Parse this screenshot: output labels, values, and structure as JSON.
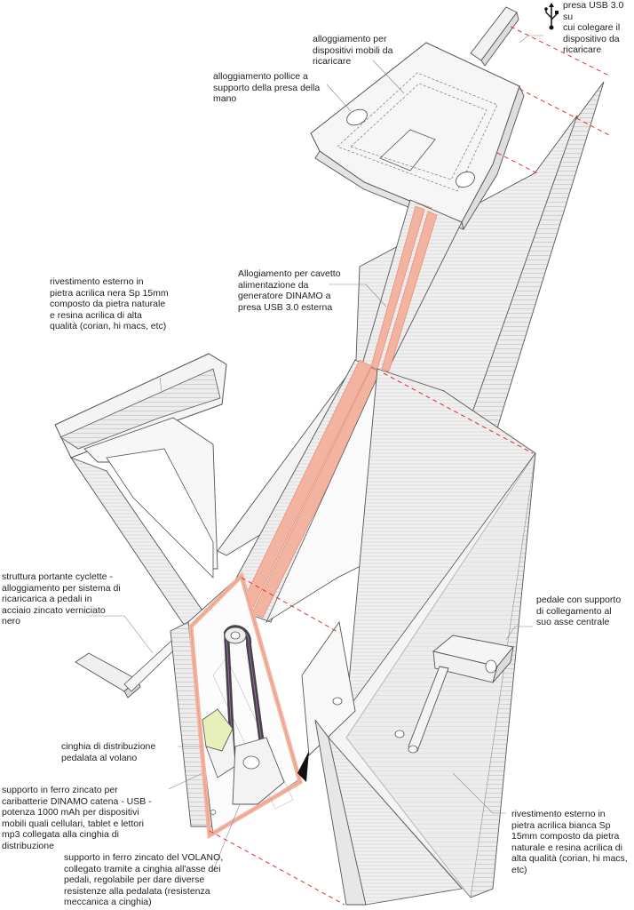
{
  "labels": {
    "usb_port": "presa USB 3.0 su\ncui colegare il\ndispositivo da\nricaricare",
    "device_housing": "alloggiamento per\ndispositivi mobili da\nricaricare",
    "thumb_housing": "alloggiamento pollice a\nsupporto della presa della\nmano",
    "cable_housing": "Allogiamento per cavetto\nalimentazione da\ngeneratore DINAMO a\npresa USB 3.0 esterna",
    "black_cladding": "rivestimento esterno in\npietra acrilica nera Sp 15mm\ncomposto da pietra naturale\ne resina acrilica di alta\nqualità (corian, hi macs, etc)",
    "frame": "struttura portante cyclette -\nalloggiamento per sistema di\nricaricarica a pedali in\nacciaio zincato verniciato\nnero",
    "pedal": "pedale con supporto\ndi collegamento al\nsuo asse centrale",
    "belt": "cinghia di distribuzione\npedalata al volano",
    "dynamo": "supporto in ferro zincato per\ncaribatterie DINAMO catena - USB -\npotenza 1000 mAh per dispositivi\nmobili quali cellulari, tablet e lettori\nmp3 collegata alla cinghia di\ndistribuzione",
    "white_cladding": "rivestimento esterno in\npietra acrilica bianca Sp\n15mm composto da pietra\nnaturale e resina acrilica di\nalta qualità (corian, hi macs,\netc)",
    "flywheel": "supporto in ferro zincato del VOLANO,\ncollegato tramite a cinghia all'asse dei\npedali, regolabile per dare diverse\nresistenze alla pedalata (resistenza\nmeccanica a cinghia)"
  },
  "colors": {
    "line": "#555555",
    "hatch": "#cfcfcf",
    "panel": "#e6e6e6",
    "salmon": "#f2b4a0",
    "salmon_edge": "#e88f7a",
    "dash_red": "#e53030",
    "belt": "#4a4a4a",
    "dynamo_green": "#e7f0b8",
    "purple": "#b070d0"
  },
  "icons": {
    "usb": "usb-icon"
  }
}
